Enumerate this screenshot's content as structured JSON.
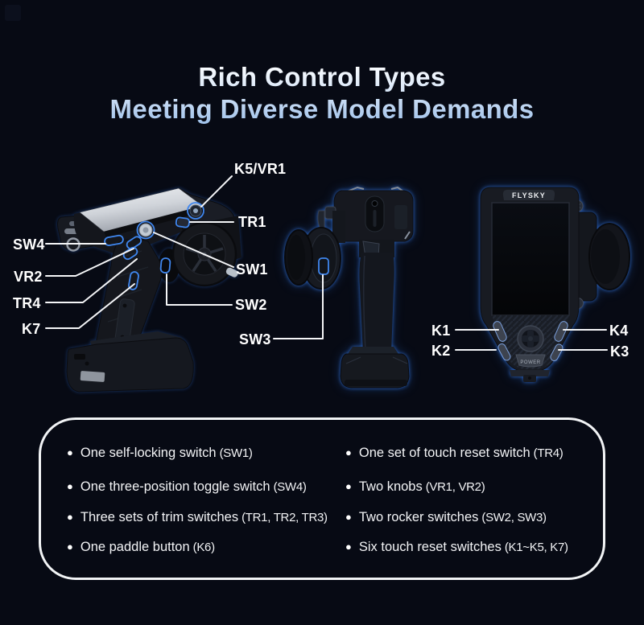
{
  "title": {
    "line1": "Rich Control Types",
    "line2": "Meeting Diverse Model Demands"
  },
  "brand": "FLYSKY",
  "power_label": "POWER",
  "bullet_icon": "●",
  "callouts": {
    "k5vr1": "K5/VR1",
    "tr1": "TR1",
    "sw4": "SW4",
    "vr2": "VR2",
    "tr4": "TR4",
    "k7": "K7",
    "sw1": "SW1",
    "sw2": "SW2",
    "sw3": "SW3",
    "k1": "K1",
    "k2": "K2",
    "k3": "K3",
    "k4": "K4"
  },
  "features": {
    "left": [
      {
        "text": "One self-locking switch",
        "code": "(SW1)"
      },
      {
        "text": "One three-position toggle switch",
        "code": "(SW4)"
      },
      {
        "text": "Three sets of trim switches",
        "code": "(TR1, TR2, TR3)"
      },
      {
        "text": "One paddle button",
        "code": "(K6)"
      }
    ],
    "right": [
      {
        "text": "One set of touch reset switch",
        "code": "(TR4)"
      },
      {
        "text": "Two knobs",
        "code": "(VR1, VR2)"
      },
      {
        "text": "Two rocker switches",
        "code": "(SW2, SW3)"
      },
      {
        "text": "Six touch reset switches",
        "code": "(K1~K5, K7)"
      }
    ]
  },
  "colors": {
    "background": "#070a14",
    "highlight_blue": "#3f86ee",
    "glow_blue": "#2f6fd6",
    "line_white": "#f5f6f8",
    "text_white": "#f3f4f6",
    "box_border": "#f2f4f6",
    "title_top": "#fbfdff",
    "title_bottom": "#9dc0ea"
  }
}
